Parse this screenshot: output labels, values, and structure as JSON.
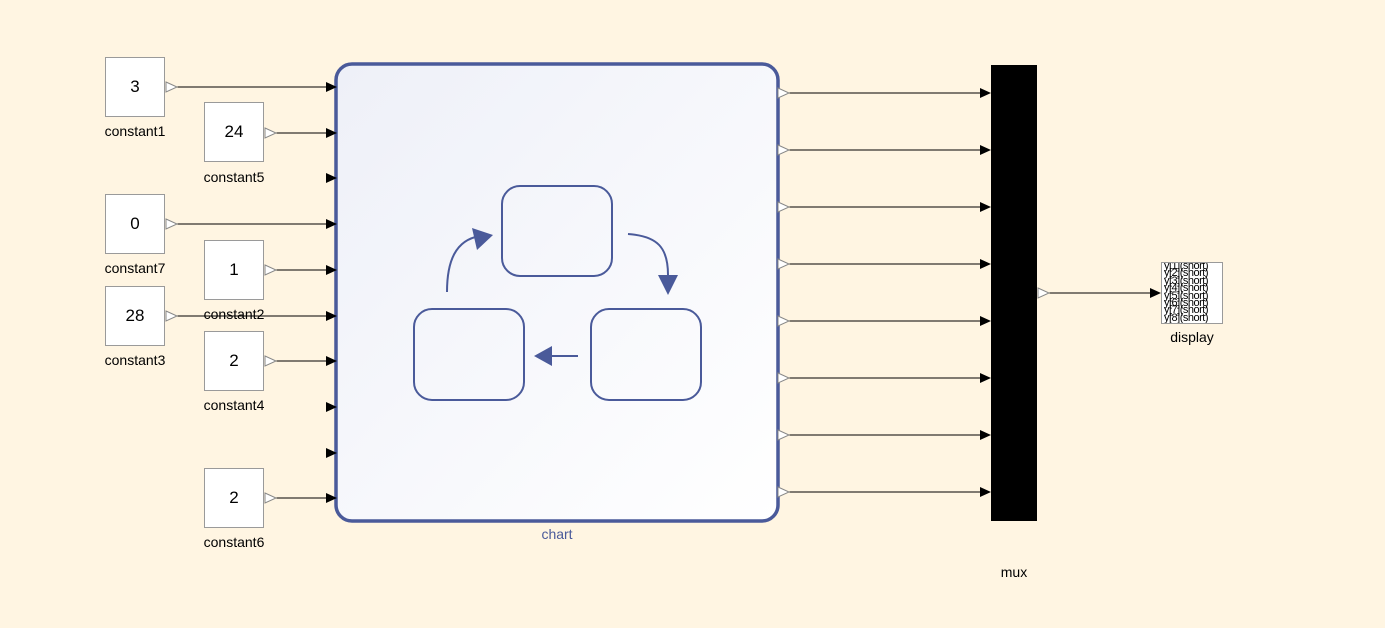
{
  "constants": [
    {
      "value": "3",
      "label": "constant1"
    },
    {
      "value": "24",
      "label": "constant5"
    },
    {
      "value": "0",
      "label": "constant7"
    },
    {
      "value": "1",
      "label": "constant2"
    },
    {
      "value": "28",
      "label": "constant3"
    },
    {
      "value": "2",
      "label": "constant4"
    },
    {
      "value": "2",
      "label": "constant6"
    }
  ],
  "chart": {
    "label": "chart"
  },
  "mux": {
    "label": "mux"
  },
  "display": {
    "label": "display",
    "lines": [
      "y[1](short)",
      "y[2](short)",
      "y[3](short)",
      "y[4](short)",
      "y[5](short)",
      "y[6](short)",
      "y[7](short)",
      "y[8](short)"
    ]
  },
  "colors": {
    "background": "#fff5e2",
    "chart_border": "#4a5a9a",
    "mux_fill": "#000000"
  }
}
